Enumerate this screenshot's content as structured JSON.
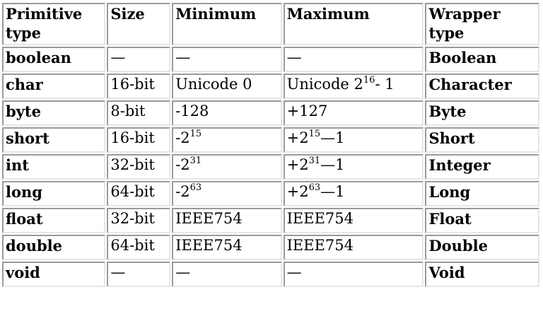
{
  "headers": [
    "Primitive type",
    "Size",
    "Minimum",
    "Maximum",
    "Wrapper type"
  ],
  "rows": [
    {
      "type": "boolean",
      "size": "—",
      "min": "—",
      "min_exp": "",
      "min_suffix": "",
      "max": "—",
      "max_exp": "",
      "max_suffix": "",
      "wrapper": "Boolean"
    },
    {
      "type": "char",
      "size": "16-bit",
      "min": "Unicode 0",
      "min_exp": "",
      "min_suffix": "",
      "max": "Unicode 2",
      "max_exp": "16",
      "max_suffix": "- 1",
      "wrapper": "Character"
    },
    {
      "type": "byte",
      "size": "8-bit",
      "min": "-128",
      "min_exp": "",
      "min_suffix": "",
      "max": "+127",
      "max_exp": "",
      "max_suffix": "",
      "wrapper": "Byte"
    },
    {
      "type": "short",
      "size": "16-bit",
      "min": "-2",
      "min_exp": "15",
      "min_suffix": "",
      "max": "+2",
      "max_exp": "15",
      "max_suffix": "—1",
      "wrapper": "Short"
    },
    {
      "type": "int",
      "size": "32-bit",
      "min": "-2",
      "min_exp": "31",
      "min_suffix": "",
      "max": "+2",
      "max_exp": "31",
      "max_suffix": "—1",
      "wrapper": "Integer"
    },
    {
      "type": "long",
      "size": "64-bit",
      "min": "-2",
      "min_exp": "63",
      "min_suffix": "",
      "max": "+2",
      "max_exp": "63",
      "max_suffix": "—1",
      "wrapper": "Long"
    },
    {
      "type": "float",
      "size": "32-bit",
      "min": "IEEE754",
      "min_exp": "",
      "min_suffix": "",
      "max": "IEEE754",
      "max_exp": "",
      "max_suffix": "",
      "wrapper": "Float"
    },
    {
      "type": "double",
      "size": "64-bit",
      "min": "IEEE754",
      "min_exp": "",
      "min_suffix": "",
      "max": "IEEE754",
      "max_exp": "",
      "max_suffix": "",
      "wrapper": "Double"
    },
    {
      "type": "void",
      "size": "—",
      "min": "—",
      "min_exp": "",
      "min_suffix": "",
      "max": "—",
      "max_exp": "",
      "max_suffix": "",
      "wrapper": "Void"
    }
  ]
}
